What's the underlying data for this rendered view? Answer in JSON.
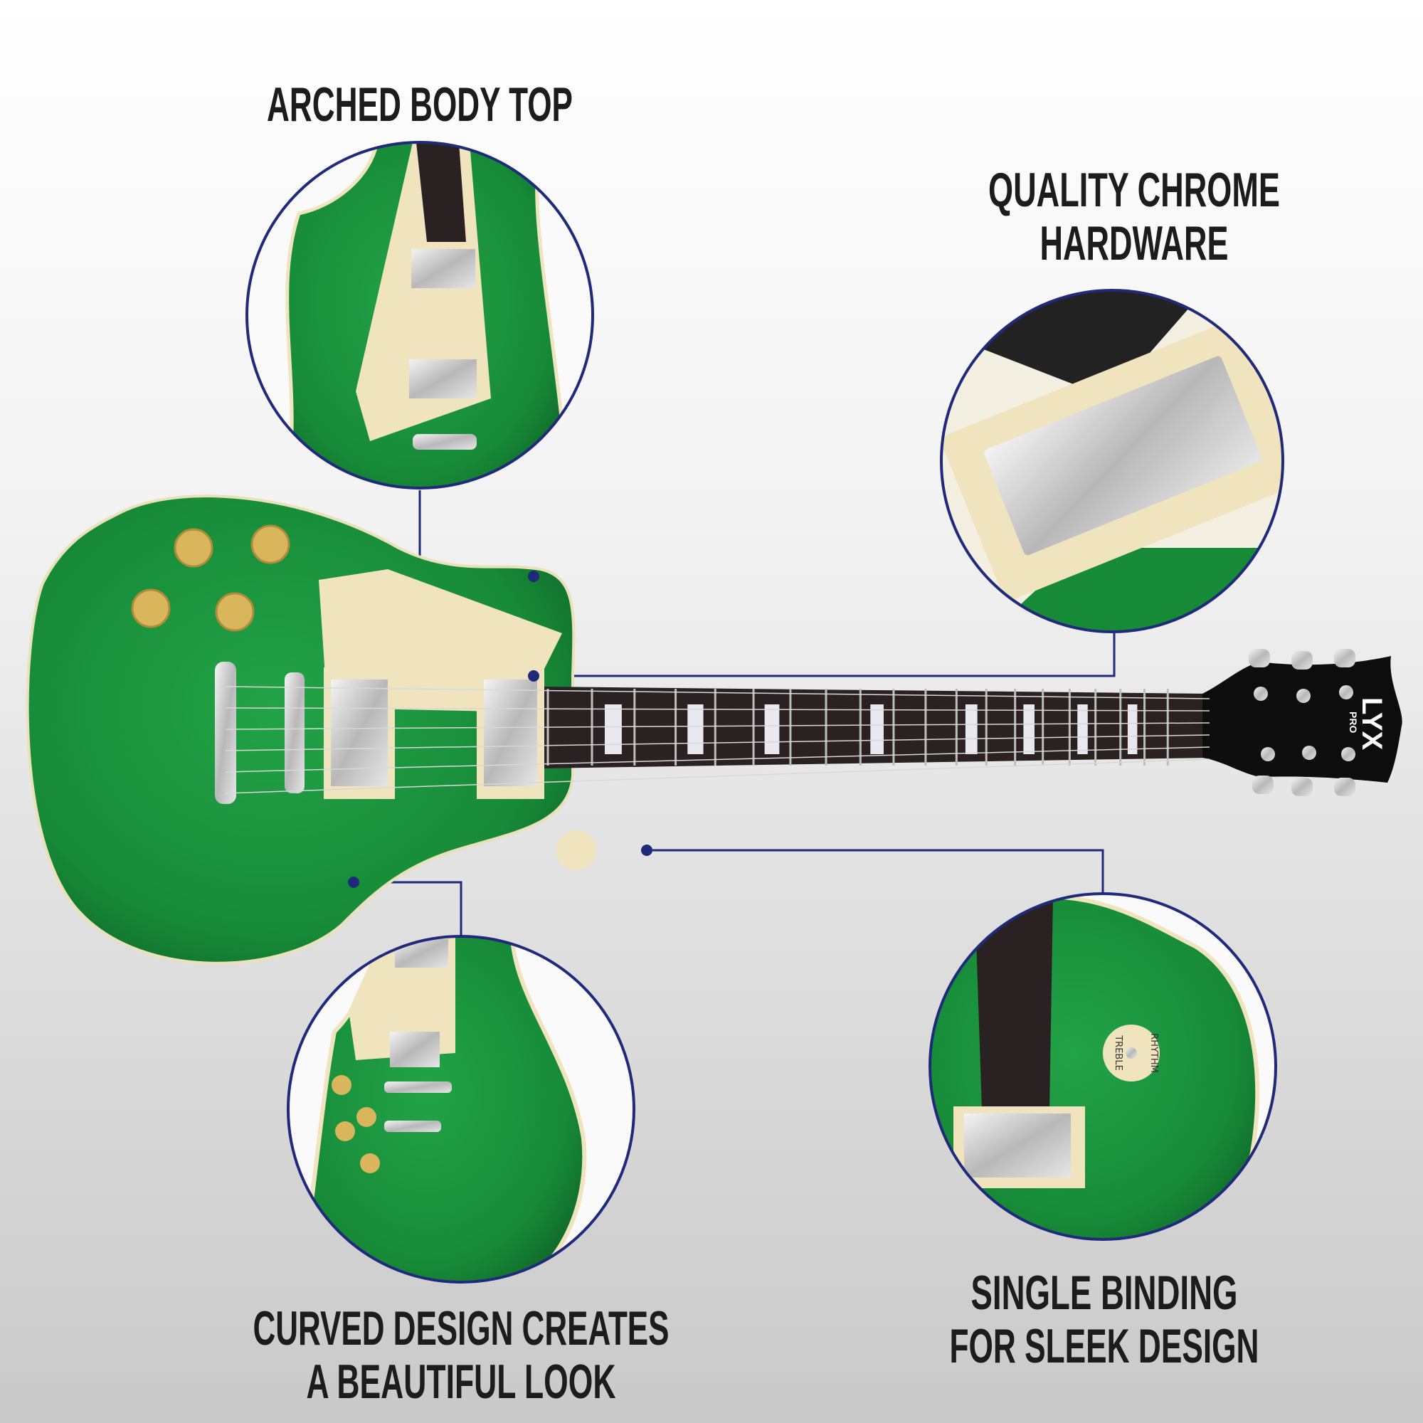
{
  "brand_logo": {
    "name": "LYX",
    "sub": "PRO"
  },
  "accent_color": "#1f2b7a",
  "guitar_color": "#1b8a3c",
  "callouts": [
    {
      "id": "arched-body-top",
      "lines": [
        "ARCHED BODY TOP"
      ]
    },
    {
      "id": "chrome-hardware",
      "lines": [
        "QUALITY CHROME",
        "HARDWARE"
      ]
    },
    {
      "id": "curved-design",
      "lines": [
        "CURVED DESIGN CREATES",
        "A BEAUTIFUL LOOK"
      ]
    },
    {
      "id": "single-binding",
      "lines": [
        "SINGLE BINDING",
        "FOR SLEEK DESIGN"
      ]
    }
  ],
  "switch_labels": {
    "treble": "TREBLE",
    "rhythm": "RHYTHM"
  }
}
